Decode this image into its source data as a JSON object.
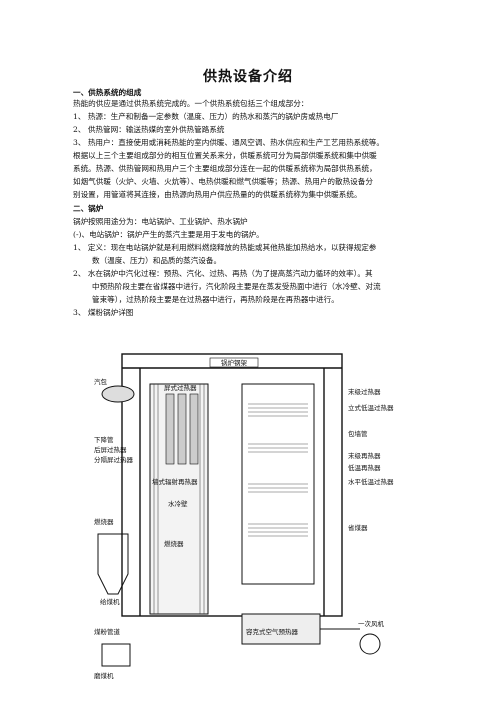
{
  "doc": {
    "title": "供热设备介绍",
    "section1_heading": "一、供热系统的组成",
    "p1": "热能的供应是通过供热系统完成的。一个供热系统包括三个组成部分：",
    "p2": "1、 热源：生产和制备一定参数（温度、压力）的热水和蒸汽的锅炉房或热电厂",
    "p3": "2、 供热管网：输送热媒的室外供热管路系统",
    "p4a": "3、 热用户：直接使用或消耗热能的室内供暖、通风空调、热水供应和生产工艺用热系统等。",
    "p4b": "根据以上三个主要组成部分的相互位置关系来分，供暖系统可分为局部供暖系统和集中供暖",
    "p4c": "系统。热源、供热管网和热用户三个主要组成部分连在一起的供暖系统称为局部供热系统，",
    "p4d": "如烟气供暖（火炉、火墙、火炕等）、电热供暖和燃气供暖等；热源、热用户的散热设备分",
    "p4e": "别设置，用管道将其连接，由热源向热用户供应热量的的供暖系统称为集中供暖系统。",
    "section2_heading": "二、锅炉",
    "p5": "锅炉按照用途分为：电站锅炉、工业锅炉、热水锅炉",
    "p6": "(-)、电站锅炉：锅炉产生的蒸汽主要是用于发电的锅炉。",
    "p7a": "1、 定义：现在电站锅炉就是利用燃料燃烧释放的热能或其他热能加热给水，以获得规定参",
    "p7b": "数（温度、压力）和品质的蒸汽设备。",
    "p8a": "2、 水在锅炉中汽化过程：预热、汽化、过热、再热（为了提高蒸汽动力循环的效率）。其",
    "p8b": "中预热阶段主要在省煤器中进行，汽化阶段主要是在蒸发受热面中进行（水冷壁、对流",
    "p8c": "管束等），过热阶段主要是在过热器中进行，再热阶段是在再热器中进行。",
    "p9": "3、 煤粉锅炉详图"
  },
  "diagram": {
    "top_label": "锅炉钢架",
    "left_labels": [
      "汽包",
      "下降管",
      "后屏过热器",
      "分隔屏过热器",
      "燃烧器",
      "煤粉管道",
      "磨煤机"
    ],
    "center_labels": [
      "屏式过热器",
      "墙式辐射再热器",
      "水冷壁",
      "燃烧器"
    ],
    "right_labels": [
      "末级过热器",
      "立式低温过热器",
      "包墙管",
      "末级再热器",
      "低温再热器",
      "水平低温过热器",
      "省煤器"
    ],
    "bottom_labels": [
      "容克式空气预热器",
      "一次风机"
    ],
    "hopper_label": "给煤机"
  }
}
